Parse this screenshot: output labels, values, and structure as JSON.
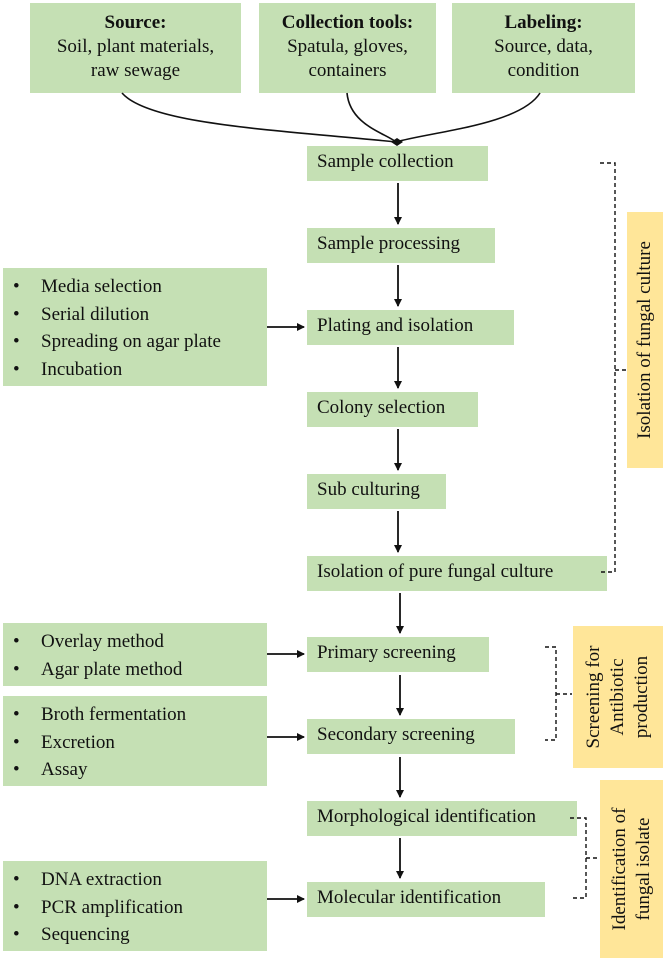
{
  "top_boxes": [
    {
      "title": "Source:",
      "line1": "Soil, plant materials,",
      "line2": "raw sewage"
    },
    {
      "title": "Collection tools:",
      "line1": "Spatula, gloves,",
      "line2": "containers"
    },
    {
      "title": "Labeling:",
      "line1": "Source, data,",
      "line2": "condition"
    }
  ],
  "steps": [
    "Sample collection",
    "Sample processing",
    "Plating and isolation",
    "Colony selection",
    "Sub culturing",
    "Isolation of pure fungal culture",
    "Primary screening",
    "Secondary screening",
    "Morphological identification",
    "Molecular identification"
  ],
  "side_lists": {
    "plating": [
      "Media selection",
      "Serial dilution",
      "Spreading on agar plate",
      "Incubation"
    ],
    "primary": [
      "Overlay method",
      "Agar plate method"
    ],
    "secondary": [
      "Broth fermentation",
      "Excretion",
      "Assay"
    ],
    "molecular": [
      "DNA extraction",
      "PCR amplification",
      "Sequencing"
    ]
  },
  "phase_labels": {
    "isolation": {
      "line1": "Isolation of fungal culture"
    },
    "screening": {
      "line1": "Screening for",
      "line2": "Antibiotic",
      "line3": "production"
    },
    "identification": {
      "line1": "Identification of",
      "line2": "fungal isolate"
    }
  },
  "colors": {
    "box_fill": "#c5e0b4",
    "label_fill": "#ffe699",
    "connector": "#111111"
  }
}
